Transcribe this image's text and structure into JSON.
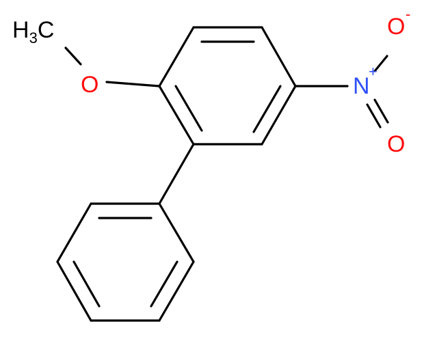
{
  "molecule": {
    "atoms": {
      "methyl": {
        "main": "H",
        "sub": "3",
        "tail": "C"
      },
      "ether_oxygen": {
        "symbol": "O"
      },
      "nitro_nitrogen": {
        "symbol": "N",
        "charge": "+"
      },
      "nitro_oxygen_minus": {
        "symbol": "O",
        "charge": "-"
      },
      "nitro_oxygen_double": {
        "symbol": "O"
      }
    },
    "colors": {
      "bond": "#000000",
      "carbon_label": "#000000",
      "oxygen": "#ff0d0d",
      "nitrogen": "#3050f8"
    }
  }
}
